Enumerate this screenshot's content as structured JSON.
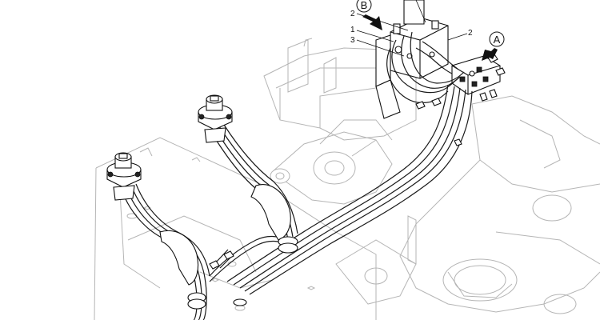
{
  "callouts": {
    "label_2_left": "2",
    "label_1": "1",
    "label_3": "3",
    "label_2_right": "2"
  },
  "views": {
    "view_b": "B",
    "view_a": "A"
  }
}
